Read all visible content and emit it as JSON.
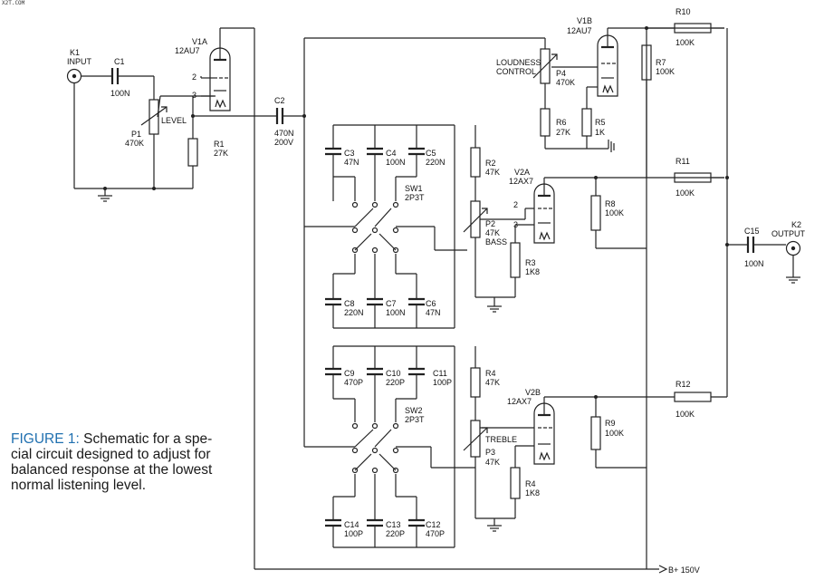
{
  "watermark": "X2T.COM",
  "caption": {
    "label": "FIGURE 1:",
    "text": "Schematic for a spe-cial circuit designed to adjust for balanced response at the lowest normal listening level."
  },
  "labels": {
    "K1": [
      "K1",
      "INPUT"
    ],
    "C1": [
      "C1",
      "100N"
    ],
    "P1": [
      "P1",
      "470K"
    ],
    "LEVEL": [
      "LEVEL"
    ],
    "R1": [
      "R1",
      "27K"
    ],
    "V1A": [
      "V1A",
      "12AU7"
    ],
    "C2": [
      "C2",
      "470N",
      "200V"
    ],
    "C3": [
      "C3",
      "47N"
    ],
    "C4": [
      "C4",
      "100N"
    ],
    "C5": [
      "C5",
      "220N"
    ],
    "SW1": [
      "SW1",
      "2P3T"
    ],
    "C8": [
      "C8",
      "220N"
    ],
    "C7": [
      "C7",
      "100N"
    ],
    "C6": [
      "C6",
      "47N"
    ],
    "C9": [
      "C9",
      "470P"
    ],
    "C10": [
      "C10",
      "220P"
    ],
    "C11": [
      "C11",
      "100P"
    ],
    "SW2": [
      "SW2",
      "2P3T"
    ],
    "C14": [
      "C14",
      "100P"
    ],
    "C13": [
      "C13",
      "220P"
    ],
    "C12": [
      "C12",
      "470P"
    ],
    "R2": [
      "R2",
      "47K"
    ],
    "P2": [
      "P2",
      "47K",
      "BASS"
    ],
    "R3": [
      "R3",
      "1K8"
    ],
    "V2A": [
      "V2A",
      "12AX7"
    ],
    "R8": [
      "R8",
      "100K"
    ],
    "R4top": [
      "R4",
      "47K"
    ],
    "TREBLE": [
      "TREBLE"
    ],
    "P3": [
      "P3",
      "47K"
    ],
    "R4bot": [
      "R4",
      "1K8"
    ],
    "V2B": [
      "V2B",
      "12AX7"
    ],
    "R9": [
      "R9",
      "100K"
    ],
    "LOUDNESS": [
      "LOUDNESS",
      "CONTROL"
    ],
    "P4": [
      "P4",
      "470K"
    ],
    "V1B": [
      "V1B",
      "12AU7"
    ],
    "R6": [
      "R6",
      "27K"
    ],
    "R5": [
      "R5",
      "1K"
    ],
    "R7": [
      "R7",
      "100K"
    ],
    "R10": [
      "R10",
      "100K"
    ],
    "R11": [
      "R11",
      "100K"
    ],
    "R12": [
      "R12",
      "100K"
    ],
    "C15": [
      "C15",
      "100N"
    ],
    "K2": [
      "K2",
      "OUTPUT"
    ],
    "BPLUS": [
      "B+ 150V"
    ]
  },
  "pins": {
    "v1a_p2": "2",
    "v1a_p3": "3",
    "v2a_p2": "2",
    "v2a_p3": "3"
  }
}
